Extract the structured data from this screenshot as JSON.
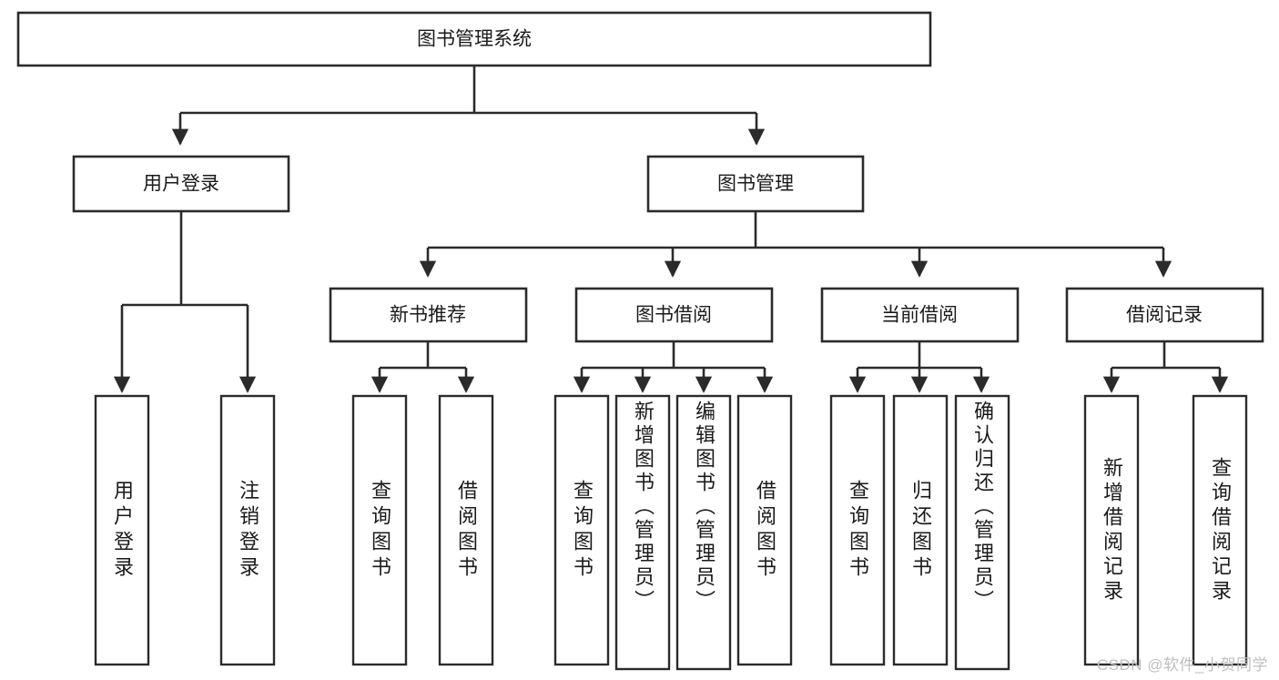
{
  "diagram": {
    "title": "图书管理系统",
    "watermark": "CSDN @软件_小贺同学",
    "root": {
      "label": "图书管理系统"
    },
    "level2": [
      {
        "label": "用户登录"
      },
      {
        "label": "图书管理"
      }
    ],
    "level3": [
      {
        "label": "新书推荐"
      },
      {
        "label": "图书借阅"
      },
      {
        "label": "当前借阅"
      },
      {
        "label": "借阅记录"
      }
    ],
    "leaves": {
      "user_login": [
        {
          "label": "用户登录"
        },
        {
          "label": "注销登录"
        }
      ],
      "new_book_recommend": [
        {
          "label": "查询图书"
        },
        {
          "label": "借阅图书"
        }
      ],
      "book_borrow": [
        {
          "label": "查询图书"
        },
        {
          "label": "新增图书（管理员）"
        },
        {
          "label": "编辑图书（管理员）"
        },
        {
          "label": "借阅图书"
        }
      ],
      "current_borrow": [
        {
          "label": "查询图书"
        },
        {
          "label": "归还图书"
        },
        {
          "label": "确认归还（管理员）"
        }
      ],
      "borrow_record": [
        {
          "label": "新增借阅记录"
        },
        {
          "label": "查询借阅记录"
        }
      ]
    },
    "colors": {
      "stroke": "#2b2b2b",
      "fill": "#ffffff",
      "text": "#1a1a1a",
      "watermark": "#bfbfbf"
    }
  }
}
